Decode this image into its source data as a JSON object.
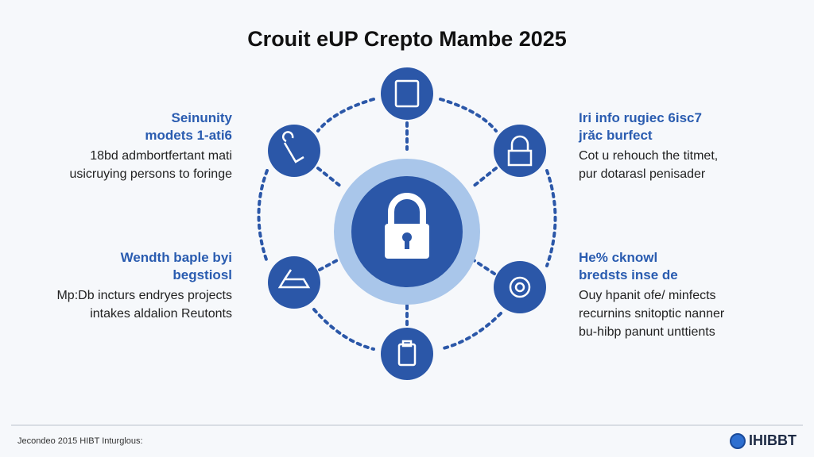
{
  "title": "Crouit eUP Crepto Mambe 2025",
  "left_blocks": [
    {
      "heading": [
        "Seinunity",
        "modets 1-ati6"
      ],
      "body": [
        "18bd admbortfertant mati",
        "usicruying persons to foringe"
      ]
    },
    {
      "heading": [
        "Wendth baple byi",
        "begstiosl"
      ],
      "body": [
        "Mp:Db incturs endryes projects",
        "intakes aldalion Reutonts"
      ]
    }
  ],
  "right_blocks": [
    {
      "heading": [
        "Iri info rugiec 6isc7",
        "jrăc burfect"
      ],
      "body": [
        "Cot u rehouch the titmet,",
        "pur dotarasl penisader"
      ]
    },
    {
      "heading": [
        "He% cknowl",
        "bredsts inse de"
      ],
      "body": [
        "Ouy hpanit ofe/ minfects",
        "recurnins snitoptic nanner",
        "bu-hibp panunt unttients"
      ]
    }
  ],
  "footer": {
    "text": "Jecondeo 2015 HIBT Inturglous:",
    "logo": "IHIBBT"
  },
  "colors": {
    "accent": "#2b57a8",
    "ring": "#a9c6ea",
    "heading": "#2a5cb0"
  },
  "icons": [
    "document-icon",
    "hand-key-icon",
    "padlock-icon",
    "tools-icon",
    "gear-icon",
    "clipboard-icon",
    "center-lock-icon"
  ]
}
